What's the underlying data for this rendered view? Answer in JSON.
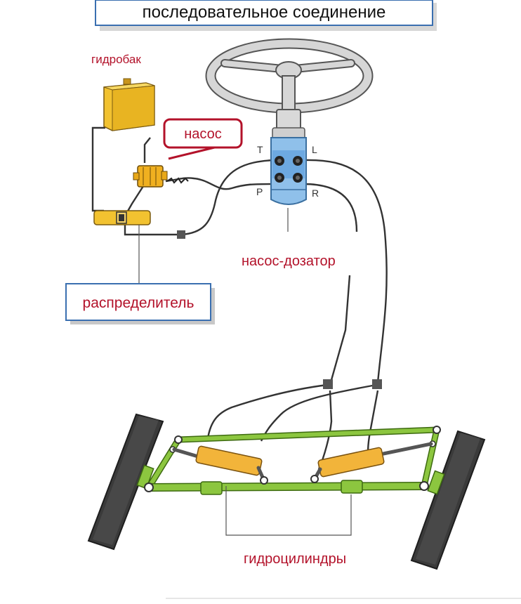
{
  "title": "последовательное соединение",
  "labels": {
    "tank": "гидробак",
    "pump": "насос",
    "metering_pump": "насос-дозатор",
    "distributor": "распределитель",
    "cylinders": "гидроцилиндры"
  },
  "ports": {
    "t": "T",
    "l": "L",
    "p": "P",
    "r": "R"
  },
  "colors": {
    "label_red": "#b3122a",
    "tank_yellow": "#f2c230",
    "pump_orange": "#f0b020",
    "steering_gray": "#d6d6d6",
    "metering_blue": "#8fc0ea",
    "linkage_green": "#8cc63f",
    "cylinder_orange": "#f2b43a",
    "wheel_dark": "#3a3a3a",
    "hose_dark": "#333333"
  }
}
